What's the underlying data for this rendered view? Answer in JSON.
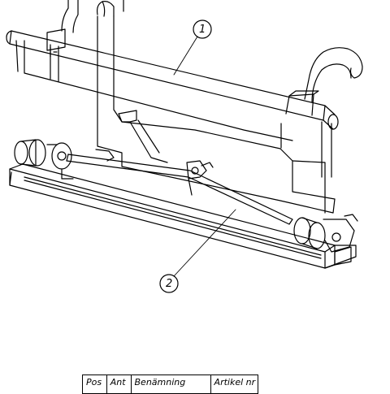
{
  "balloons": [
    {
      "id": "1",
      "label": "1"
    },
    {
      "id": "2",
      "label": "2"
    }
  ],
  "parts_table": {
    "headers": [
      "Pos",
      "Ant",
      "Benämning",
      "Artikel nr"
    ]
  },
  "colors": {
    "line": "#000000",
    "background": "#ffffff"
  }
}
